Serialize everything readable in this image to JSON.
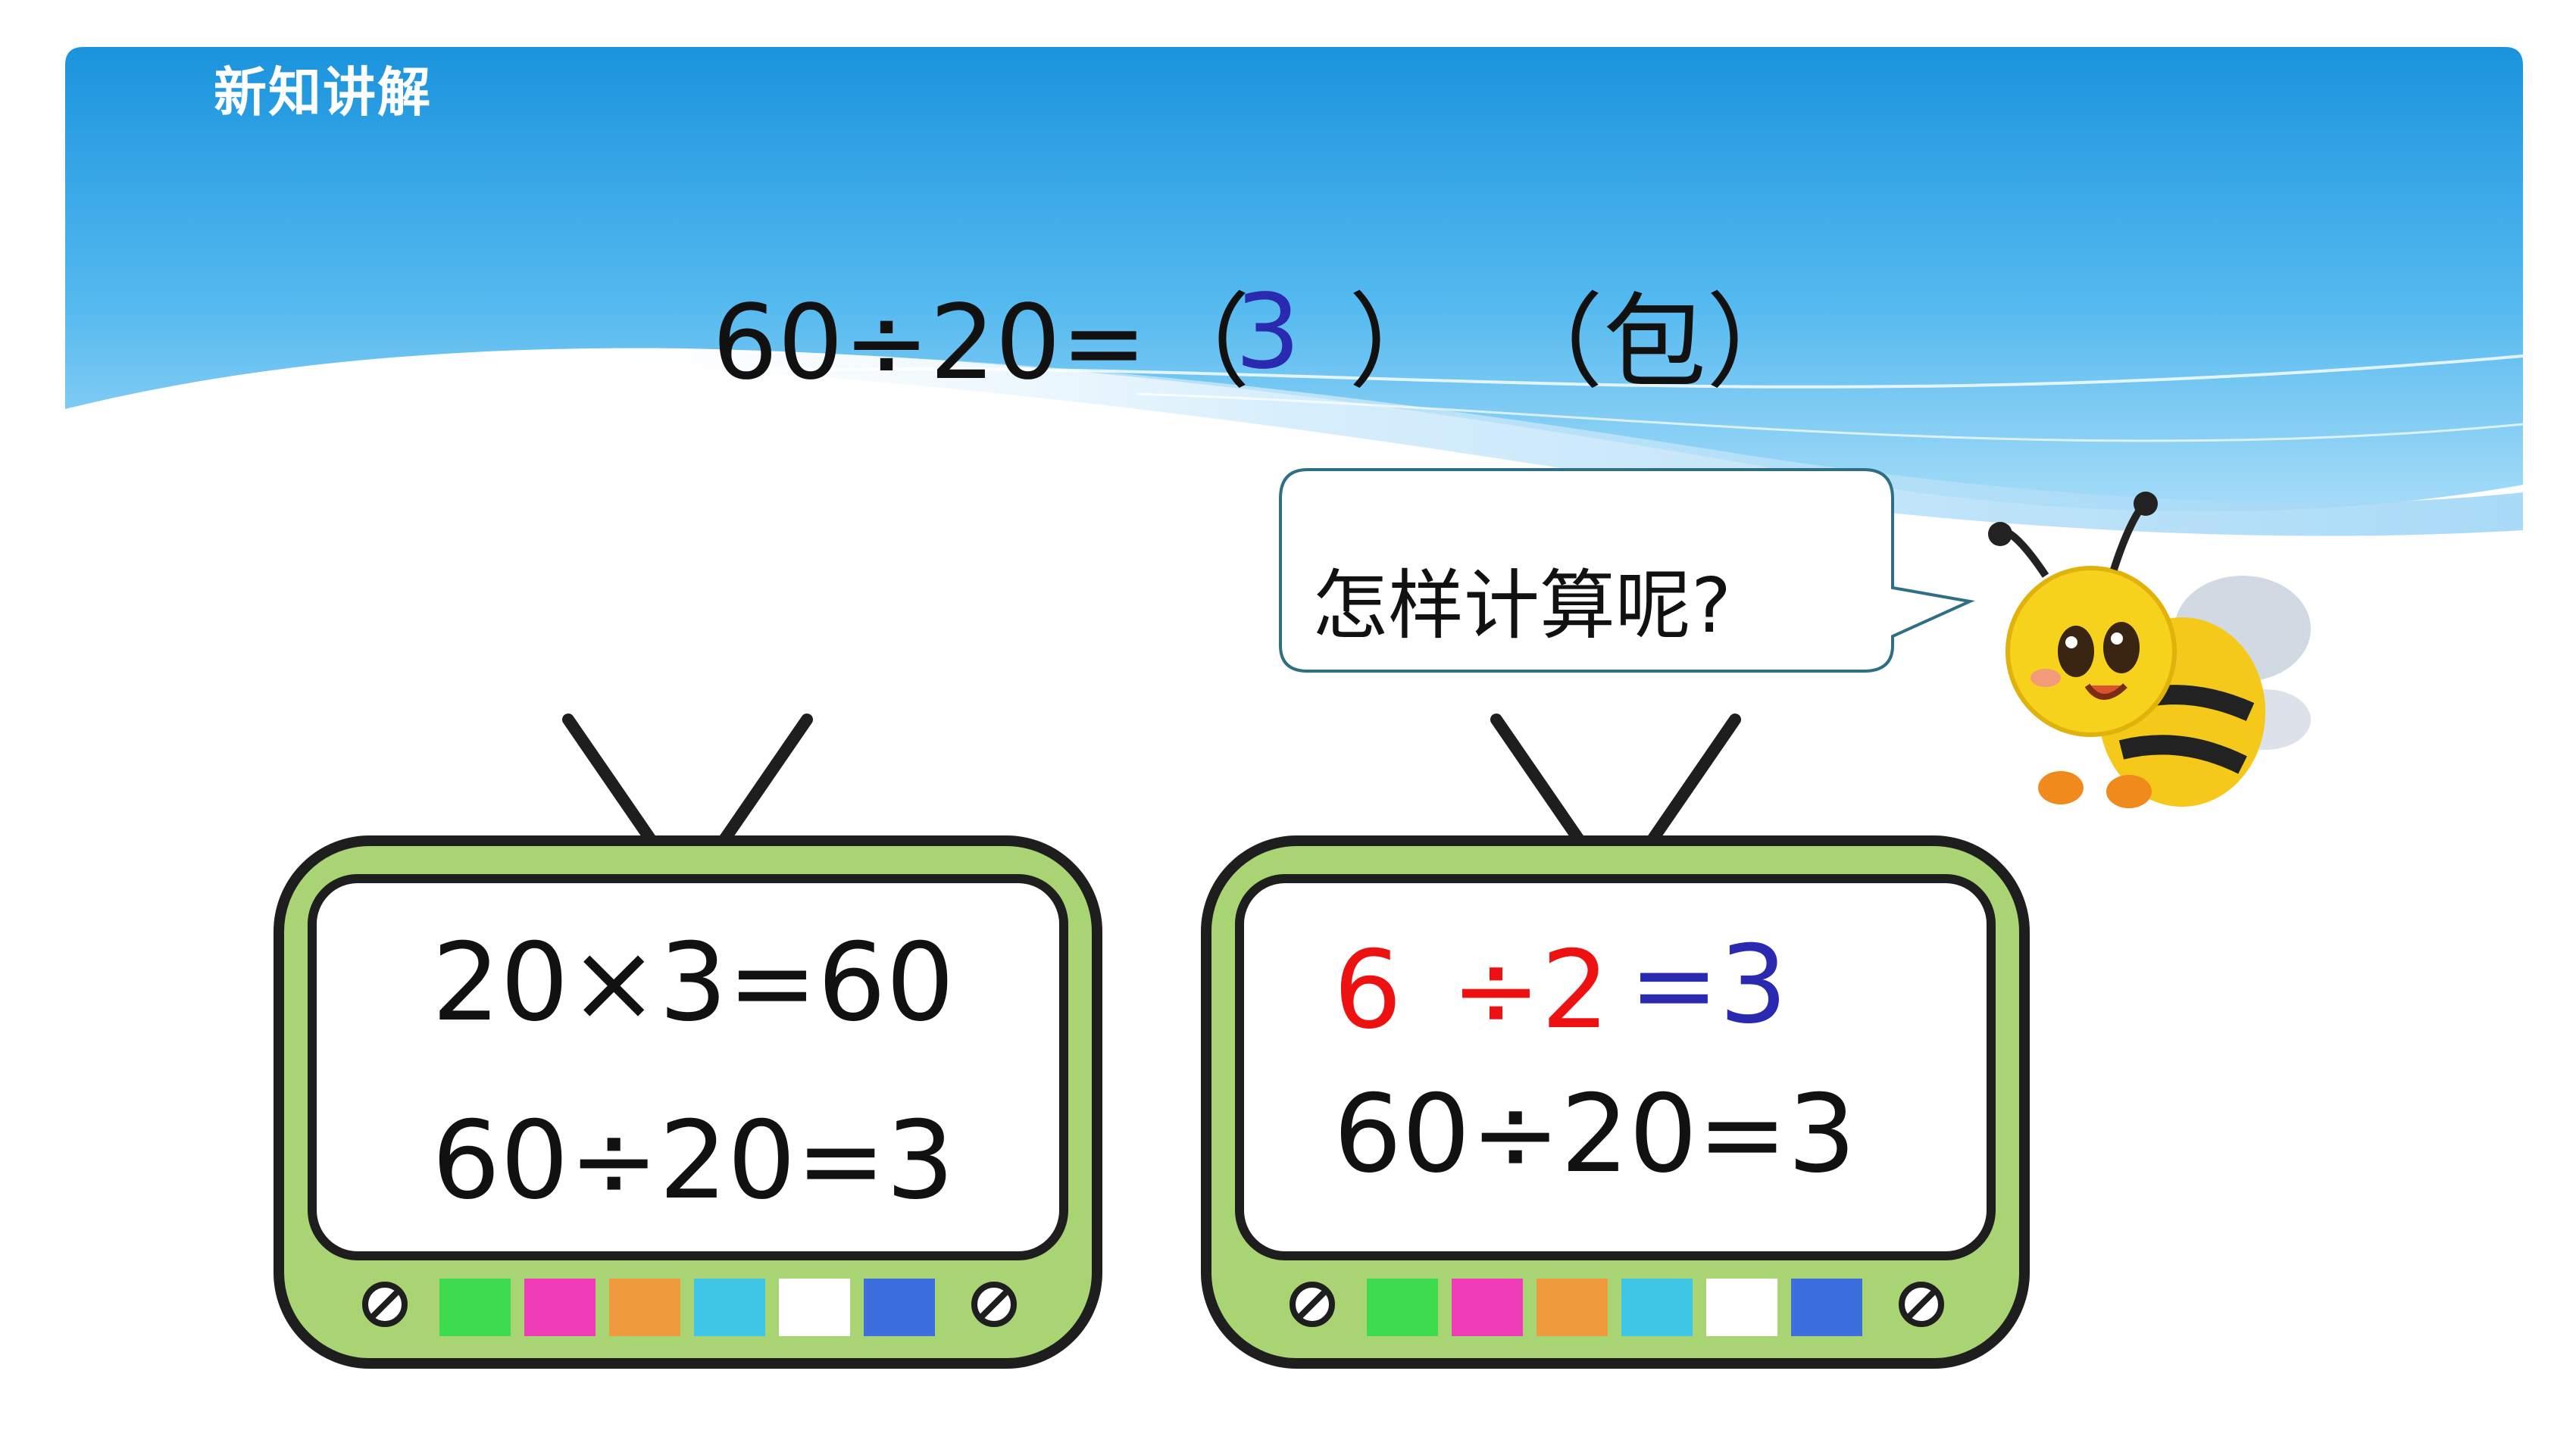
{
  "header": {
    "title": "新知讲解"
  },
  "equation": {
    "lhs": "60÷20=（",
    "answer": "3",
    "close": "）",
    "unit": "（包）"
  },
  "bubble": {
    "text": "怎样计算呢?"
  },
  "tv_left": {
    "line1": "20×3=60",
    "line2": "60÷20=3"
  },
  "tv_right": {
    "line1_a": "6",
    "line1_b": "÷2",
    "line1_c": "=3",
    "line2": "60÷20=3"
  },
  "colors": {
    "banner_top": "#1a93dd",
    "banner_bottom": "#8fd3f8",
    "tv_frame": "#a8d474",
    "tv_outline": "#1e1e1e",
    "red": "#ee1111",
    "blue": "#2a2ab0",
    "swatches": [
      "#3ddc4f",
      "#ee3db6",
      "#ef9a3c",
      "#3fc6e6",
      "#ffffff",
      "#3d6ede"
    ]
  }
}
